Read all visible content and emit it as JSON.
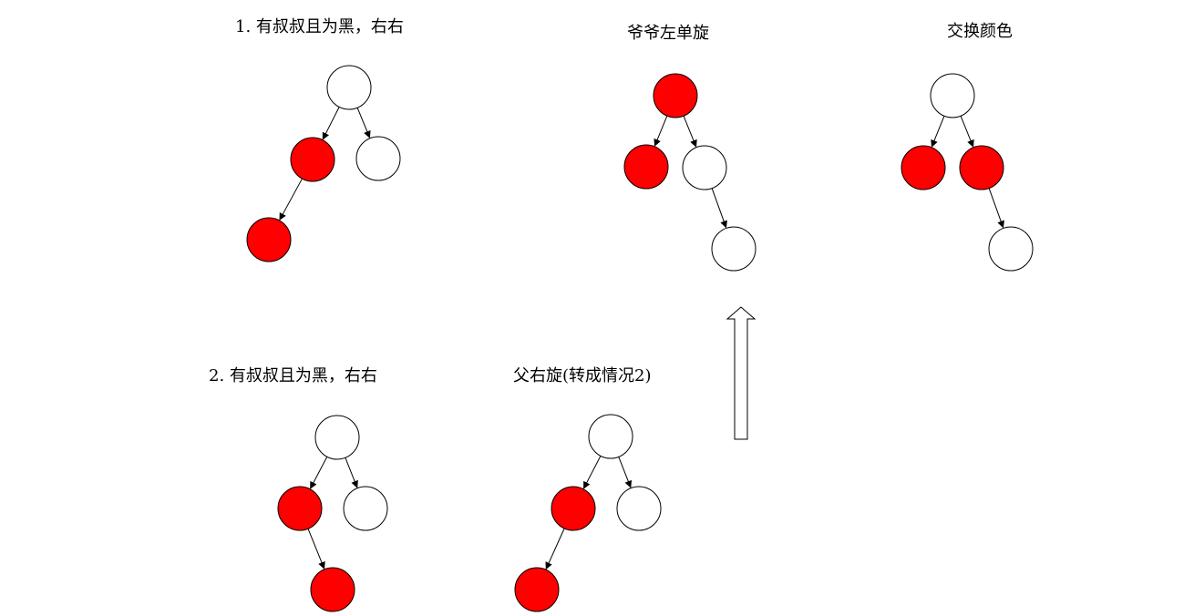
{
  "colors": {
    "red_node": "#ff0000",
    "black_node": "#ffffff",
    "stroke": "#000000",
    "background": "#ffffff"
  },
  "panels": [
    {
      "id": "case1-before",
      "caption": "1. 有叔叔且为黑，右右",
      "nodes": [
        {
          "id": "g",
          "color": "black"
        },
        {
          "id": "p",
          "color": "red"
        },
        {
          "id": "u",
          "color": "black"
        },
        {
          "id": "c",
          "color": "red"
        }
      ],
      "edges": [
        [
          "g",
          "p"
        ],
        [
          "g",
          "u"
        ],
        [
          "p",
          "c"
        ]
      ]
    },
    {
      "id": "grandparent-left-rotate",
      "caption": "爷爷左单旋",
      "nodes": [
        {
          "id": "p",
          "color": "red"
        },
        {
          "id": "c",
          "color": "red"
        },
        {
          "id": "g",
          "color": "black"
        },
        {
          "id": "u",
          "color": "black"
        }
      ],
      "edges": [
        [
          "p",
          "c"
        ],
        [
          "p",
          "g"
        ],
        [
          "g",
          "u"
        ]
      ]
    },
    {
      "id": "swap-colors",
      "caption": "交换颜色",
      "nodes": [
        {
          "id": "p",
          "color": "black"
        },
        {
          "id": "c",
          "color": "red"
        },
        {
          "id": "g",
          "color": "red"
        },
        {
          "id": "u",
          "color": "black"
        }
      ],
      "edges": [
        [
          "p",
          "c"
        ],
        [
          "p",
          "g"
        ],
        [
          "g",
          "u"
        ]
      ]
    },
    {
      "id": "case2-before",
      "caption": "2. 有叔叔且为黑，右右",
      "nodes": [
        {
          "id": "g",
          "color": "black"
        },
        {
          "id": "p",
          "color": "red"
        },
        {
          "id": "u",
          "color": "black"
        },
        {
          "id": "c",
          "color": "red"
        }
      ],
      "edges": [
        [
          "g",
          "p"
        ],
        [
          "g",
          "u"
        ],
        [
          "p",
          "c"
        ]
      ]
    },
    {
      "id": "parent-right-rotate",
      "caption": "父右旋(转成情况2)",
      "nodes": [
        {
          "id": "g",
          "color": "black"
        },
        {
          "id": "c",
          "color": "red"
        },
        {
          "id": "u",
          "color": "black"
        },
        {
          "id": "p",
          "color": "red"
        }
      ],
      "edges": [
        [
          "g",
          "c"
        ],
        [
          "g",
          "u"
        ],
        [
          "c",
          "p"
        ]
      ]
    }
  ]
}
